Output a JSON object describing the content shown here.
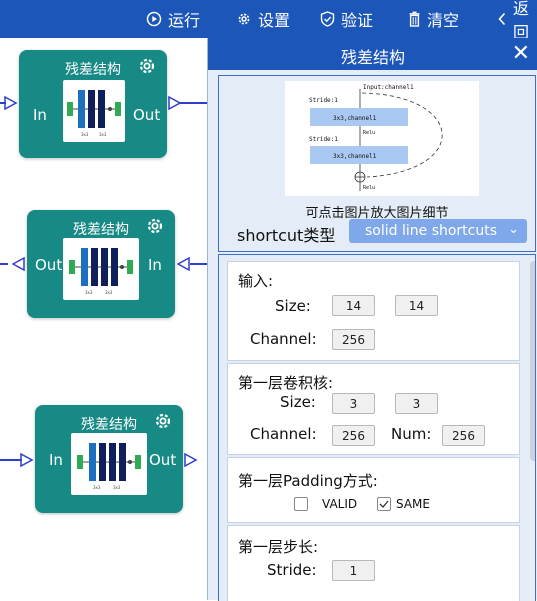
{
  "toolbar": {
    "run_label": "运行",
    "settings_label": "设置",
    "validate_label": "验证",
    "clear_label": "清空",
    "back_label": "返回"
  },
  "nodes": [
    {
      "title": "残差结构",
      "left_port": "In",
      "right_port": "Out"
    },
    {
      "title": "残差结构",
      "left_port": "Out",
      "right_port": "In"
    },
    {
      "title": "残差结构",
      "left_port": "In",
      "right_port": "Out"
    }
  ],
  "panel": {
    "title": "残差结构",
    "diagram": {
      "input_label": "Input:channel1",
      "stride1": "Stride:1",
      "conv1": "3x3,channel1",
      "relu1": "Relu",
      "stride2": "Stride:1",
      "conv2": "3x3,channel1",
      "relu2": "Relu"
    },
    "image_caption": "可点击图片放大图片细节",
    "shortcut_label": "shortcut类型",
    "shortcut_value": "solid line shortcuts",
    "input_section": {
      "title": "输入:",
      "size_label": "Size:",
      "size_w": "14",
      "size_h": "14",
      "channel_label": "Channel:",
      "channel": "256"
    },
    "conv_section": {
      "title": "第一层卷积核:",
      "size_label": "Size:",
      "size_w": "3",
      "size_h": "3",
      "channel_label": "Channel:",
      "channel": "256",
      "num_label": "Num:",
      "num": "256"
    },
    "padding_section": {
      "title": "第一层Padding方式:",
      "valid_label": "VALID",
      "valid_checked": false,
      "same_label": "SAME",
      "same_checked": true
    },
    "stride_section": {
      "title": "第一层步长:",
      "stride_label": "Stride:",
      "stride": "1"
    }
  },
  "colors": {
    "toolbar": "#1d56b9",
    "node": "#178a86",
    "panel_bg": "#e4edf7",
    "select": "#7fa8ea",
    "wire": "#2e3fd0"
  }
}
